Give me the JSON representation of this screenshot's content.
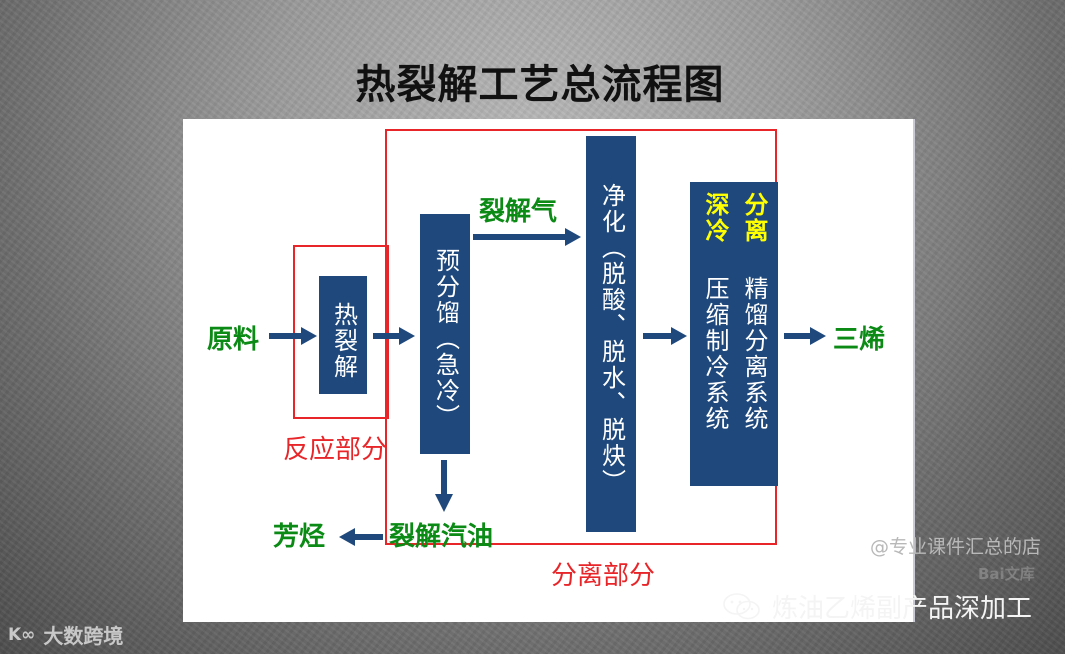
{
  "title": "热裂解工艺总流程图",
  "diagram": {
    "nodes": {
      "feed": "原料",
      "pyrolysis": "热裂解",
      "prefractionation": "预分馏（急冷）",
      "purification": "净化（脱酸、脱水、脱炔）",
      "deep_cooling_header": "深冷",
      "deep_cooling_body": "压缩制冷系统",
      "separation_header": "分离",
      "separation_body": "精馏分离系统",
      "product_olefins": "三烯",
      "cracked_gas": "裂解气",
      "cracked_gasoline": "裂解汽油",
      "aromatics": "芳烃"
    },
    "sections": {
      "reaction": "反应部分",
      "separation": "分离部分"
    },
    "edges": [
      {
        "from": "原料",
        "to": "热裂解"
      },
      {
        "from": "热裂解",
        "to": "预分馏（急冷）"
      },
      {
        "from": "预分馏（急冷）",
        "to": "净化（脱酸、脱水、脱炔）",
        "label": "裂解气"
      },
      {
        "from": "预分馏（急冷）",
        "to": "裂解汽油"
      },
      {
        "from": "裂解汽油",
        "to": "芳烃"
      },
      {
        "from": "净化（脱酸、脱水、脱炔）",
        "to": "深冷分离"
      },
      {
        "from": "深冷分离",
        "to": "三烯"
      }
    ],
    "colors": {
      "block": "#1f497d",
      "block_text": "#ffffff",
      "highlight_text": "#ffff00",
      "flow_label": "#0b8a15",
      "section_border": "#e8262a"
    }
  },
  "watermarks": {
    "store": "@专业课件汇总的店",
    "baidu": "Bai文库",
    "wechat_account": "炼油乙烯副产品深加工",
    "bottom_logo": "大数跨境"
  }
}
